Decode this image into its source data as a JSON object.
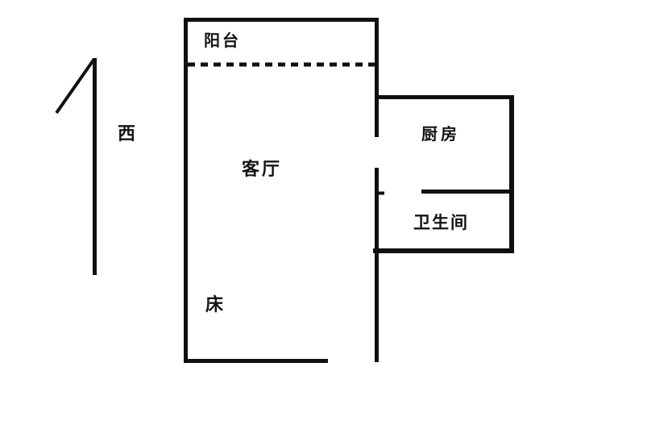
{
  "page": {
    "background_color": "#ffffff",
    "line_color": "#101010",
    "text_color": "#141414",
    "type": "floor-plan-sketch"
  },
  "compass": {
    "label": "西",
    "meaning": "west",
    "arrow": "up-arrow-sketch"
  },
  "labels": {
    "balcony": "阳台",
    "living_room": "客厅",
    "kitchen": "厨房",
    "bathroom": "卫生间",
    "bed": "床"
  }
}
